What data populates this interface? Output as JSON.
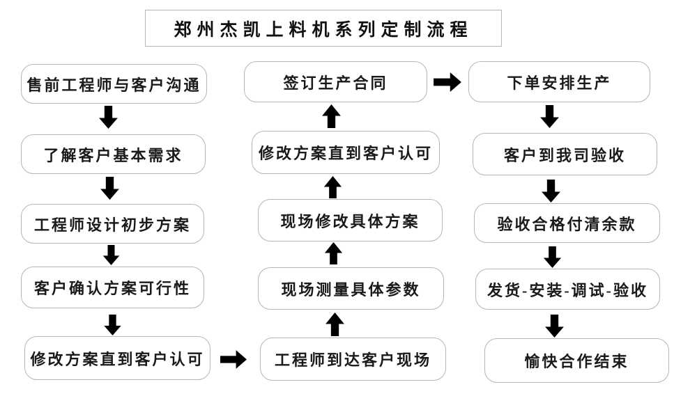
{
  "title": "郑州杰凯上料机系列定制流程",
  "colors": {
    "box_border": "#b5b5b5",
    "text": "#1a1a1a",
    "background": "#ffffff"
  },
  "flow": {
    "left": [
      "售前工程师与客户沟通",
      "了解客户基本需求",
      "工程师设计初步方案",
      "客户确认方案可行性",
      "修改方案直到客户认可"
    ],
    "middle": [
      "签订生产合同",
      "修改方案直到客户认可",
      "现场修改具体方案",
      "现场测量具体参数",
      "工程师到达客户现场"
    ],
    "right": [
      "下单安排生产",
      "客户到我司验收",
      "验收合格付清余款",
      "发货-安装-调试-验收",
      "愉快合作结束"
    ]
  }
}
